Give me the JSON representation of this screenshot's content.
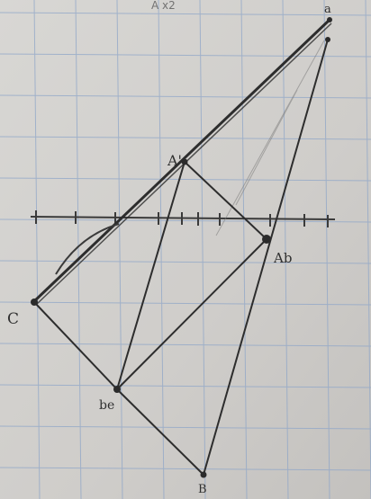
{
  "sheet": {
    "paper_color": "#d2d1ce",
    "grid_color": "#8fa6c8",
    "ink_color": "#2d2d2d"
  },
  "labels": {
    "C": "C",
    "A_prime": "A'",
    "A_double_prime": "Ab",
    "B_double_prime": "be",
    "B_bottom": "B",
    "A_top": "a",
    "header_scrawl": "A  x2"
  }
}
